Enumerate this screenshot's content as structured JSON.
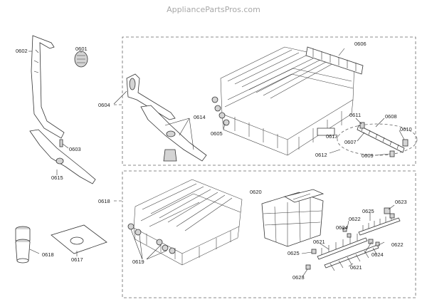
{
  "watermark": "AppliancePartsPros.com",
  "colors": {
    "line": "#333333",
    "watermark": "#a8a8a8",
    "background": "#ffffff"
  },
  "labels": {
    "p0602": "0602",
    "p0601": "0601",
    "p0603": "0603",
    "p0615": "0615",
    "p0604": "0604",
    "p0614": "0614",
    "p0605": "0605",
    "p0606": "0606",
    "p0611": "0611",
    "p0608": "0608",
    "p0610": "0610",
    "p0607": "0607",
    "p0612": "0612",
    "p0609": "0609",
    "p0613": "0613",
    "p0618a": "0618",
    "p0618b": "0618",
    "p0617": "0617",
    "p0619": "0619",
    "p0620": "0620",
    "p0623a": "0623",
    "p0623b": "0623",
    "p0625a": "0625",
    "p0625b": "0625",
    "p0622a": "0622",
    "p0622b": "0622",
    "p0624a": "0624",
    "p0624b": "0624",
    "p0621a": "0621",
    "p0621b": "0621"
  }
}
